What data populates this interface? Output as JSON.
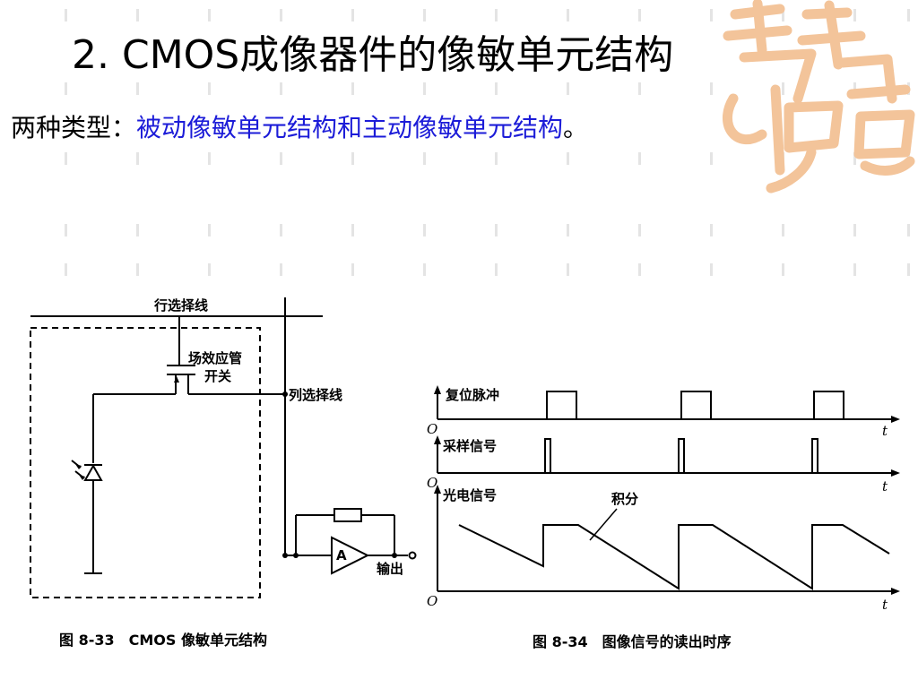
{
  "slide": {
    "title": "2. CMOS成像器件的像敏单元结构",
    "subtitle_prefix": "两种类型：",
    "subtitle_highlight": "被动像敏单元结构和主动像敏单元结构",
    "subtitle_suffix": "。",
    "highlight_color": "#1c1cd8"
  },
  "fig_pixel": {
    "row_select_line": "行选择线",
    "fet_switch_line1": "场效应管",
    "fet_switch_line2": "开关",
    "col_select_line": "列选择线",
    "amp_label": "A",
    "output_label": "输出",
    "caption": "图 8-33　CMOS 像敏单元结构"
  },
  "fig_timing": {
    "reset_pulse": "复位脉冲",
    "sample_signal": "采样信号",
    "photo_signal": "光电信号",
    "integration": "积分",
    "origin_label": "O",
    "time_axis_label": "t",
    "caption": "图 8-34　图像信号的读出时序"
  },
  "watermark": {
    "color": "#f3c49a",
    "icon": "calligraphy-seal-icon"
  }
}
